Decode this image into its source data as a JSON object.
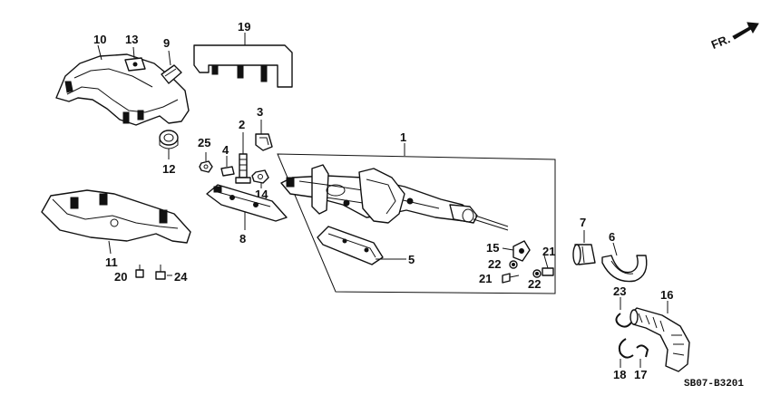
{
  "diagram": {
    "front_indicator": "FR.",
    "code": "SB07-B3201",
    "labels": {
      "p1": "1",
      "p2": "2",
      "p3": "3",
      "p4": "4",
      "p5": "5",
      "p6": "6",
      "p7": "7",
      "p8": "8",
      "p9": "9",
      "p10": "10",
      "p11": "11",
      "p12": "12",
      "p13": "13",
      "p14": "14",
      "p15": "15",
      "p16": "16",
      "p17": "17",
      "p18": "18",
      "p19": "19",
      "p20": "20",
      "p21a": "21",
      "p21b": "21",
      "p22a": "22",
      "p22b": "22",
      "p23": "23",
      "p24": "24",
      "p25": "25"
    }
  }
}
